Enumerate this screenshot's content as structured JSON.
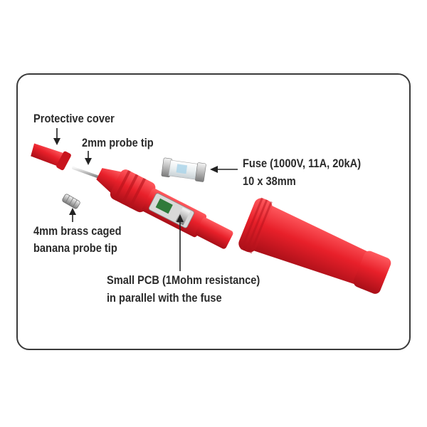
{
  "labels": {
    "protective_cover": "Protective cover",
    "probe_tip_2mm": "2mm probe tip",
    "fuse_line1": "Fuse (1000V, 11A, 20kA)",
    "fuse_line2": "10 x 38mm",
    "banana_line1": "4mm brass caged",
    "banana_line2": "banana probe tip",
    "pcb_line1": "Small PCB (1Mohm resistance)",
    "pcb_line2": "in parallel with the fuse"
  },
  "colors": {
    "probe_red": "#e8202a",
    "probe_red_dark": "#b5121b",
    "frame": "#3a3a3a",
    "text": "#2b2b2b"
  }
}
